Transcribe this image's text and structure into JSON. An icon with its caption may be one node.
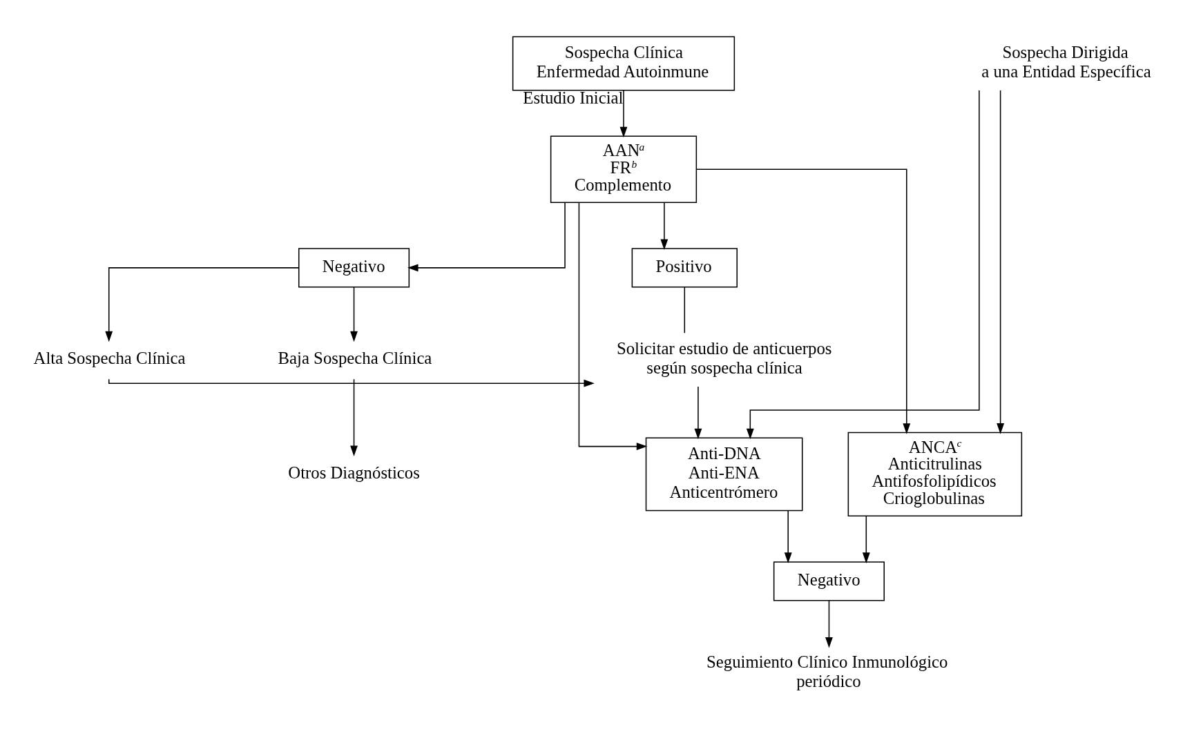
{
  "diagram": {
    "nodes": [
      {
        "text": [
          "Sospecha Clínica",
          "Enfermedad Autoinmune"
        ]
      },
      {
        "text": [
          "AAN$^{a}$",
          "FR$^{b}$",
          "Complemento"
        ]
      },
      {
        "text": [
          "Sospecha Dirigida",
          "a una Entidad Específica"
        ]
      },
      {
        "text": [
          "Negativo"
        ]
      },
      {
        "text": [
          "Positivo"
        ]
      },
      {
        "text": [
          "Baja Sospecha Clínica"
        ]
      },
      {
        "text": [
          "Alta Sospecha Clínica"
        ]
      },
      {
        "text": [
          "Solicitar estudio de anticuerpos según sospecha clínica"
        ]
      },
      {
        "text": [
          "Otros Diagnósticos"
        ]
      },
      {
        "text": [
          "Anti-DNA",
          "Anti-ENA",
          "Anticentrómero"
        ]
      },
      {
        "text": [
          "ANCA$^{c}$",
          "Anticitrulinas",
          "Antifosfolipídicos",
          "Crioglobulinas"
        ]
      },
      {
        "text": [
          "Negativo"
        ]
      },
      {
        "text": [
          "Seguimiento Clínico Inmunológico periódico"
        ]
      }
    ],
    "edges": [
      {
        "from": 0,
        "to": 1,
        "arrow": "to",
        "label": "Estudio Inicial"
      },
      {
        "from": 1,
        "to": 3,
        "arrow": "to"
      },
      {
        "from": 1,
        "to": 4,
        "arrow": "to"
      },
      {
        "from": 3,
        "to": 5,
        "arrow": "to"
      },
      {
        "from": 3,
        "to": 6,
        "arrow": "to"
      },
      {
        "from": 5,
        "to": 8,
        "arrow": "to"
      },
      {
        "from": 6,
        "to": 7,
        "arrow": "to"
      },
      {
        "from": 4,
        "to": 7,
        "arrow": "none"
      },
      {
        "from": 7,
        "to": 9,
        "arrow": "to"
      },
      {
        "from": 1,
        "to": 9,
        "arrow": "to"
      },
      {
        "from": 1,
        "to": 10,
        "arrow": "to"
      },
      {
        "from": 2,
        "to": 9,
        "arrow": "to"
      },
      {
        "from": 2,
        "to": 10,
        "arrow": "to"
      },
      {
        "from": 9,
        "to": 11,
        "arrow": "to"
      },
      {
        "from": 10,
        "to": 11,
        "arrow": "to"
      },
      {
        "from": 11,
        "to": 12,
        "arrow": "to"
      }
    ]
  }
}
